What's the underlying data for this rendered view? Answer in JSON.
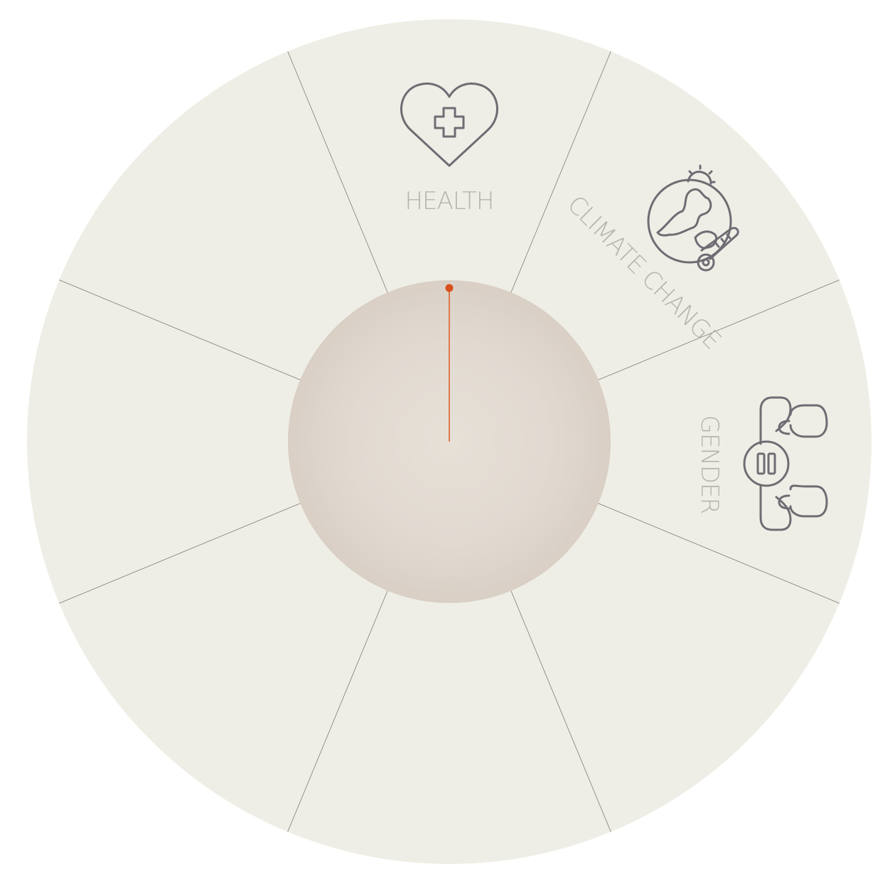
{
  "wheel": {
    "segment_count": 8,
    "background_color": "#efeee6",
    "divider_color": "#7d7b79",
    "center_color": "#dcd2c8",
    "pointer_color": "#d9501a",
    "segments": [
      {
        "label": "HEALTH",
        "icon": "heart-medical-cross-icon"
      },
      {
        "label": "CLIMATE CHANGE",
        "icon": "globe-thermometer-icon"
      },
      {
        "label": "GENDER",
        "icon": "gender-equality-people-icon"
      },
      {
        "label": "",
        "icon": ""
      },
      {
        "label": "",
        "icon": ""
      },
      {
        "label": "",
        "icon": ""
      },
      {
        "label": "",
        "icon": ""
      },
      {
        "label": "",
        "icon": ""
      }
    ]
  }
}
